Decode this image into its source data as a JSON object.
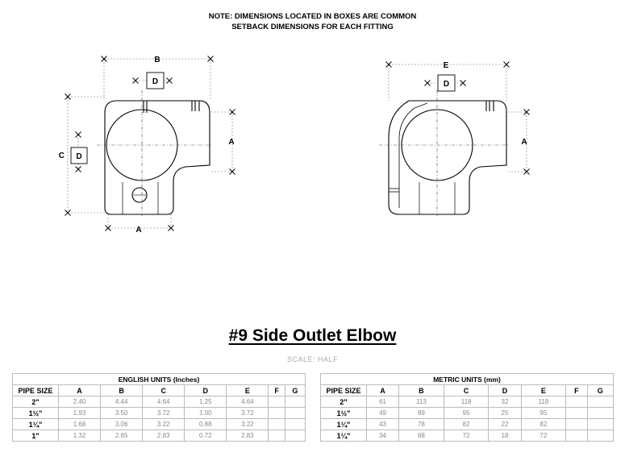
{
  "note": {
    "line1": "NOTE: DIMENSIONS LOCATED IN BOXES ARE COMMON",
    "line2": "SETBACK DIMENSIONS FOR EACH FITTING"
  },
  "labels": {
    "a": "A",
    "b": "B",
    "c": "C",
    "d": "D",
    "e": "E"
  },
  "title": "#9 Side Outlet Elbow",
  "scale": "SCALE: HALF",
  "english": {
    "caption": "ENGLISH UNITS (Inches)",
    "headers": [
      "PIPE SIZE",
      "A",
      "B",
      "C",
      "D",
      "E",
      "F",
      "G"
    ],
    "rows": [
      [
        "2\"",
        "2.40",
        "4.44",
        "4.64",
        "1.25",
        "4.64",
        "",
        ""
      ],
      [
        "1½\"",
        "1.93",
        "3.50",
        "3.72",
        "1.00",
        "3.72",
        "",
        ""
      ],
      [
        "1¼\"",
        "1.68",
        "3.06",
        "3.22",
        "0.88",
        "3.22",
        "",
        ""
      ],
      [
        "1\"",
        "1.32",
        "2.65",
        "2.83",
        "0.72",
        "2.83",
        "",
        ""
      ]
    ]
  },
  "metric": {
    "caption": "METRIC UNITS (mm)",
    "headers": [
      "PIPE SIZE",
      "A",
      "B",
      "C",
      "D",
      "E",
      "F",
      "G"
    ],
    "rows": [
      [
        "2\"",
        "61",
        "113",
        "118",
        "32",
        "118",
        "",
        ""
      ],
      [
        "1½\"",
        "49",
        "89",
        "95",
        "25",
        "95",
        "",
        ""
      ],
      [
        "1¼\"",
        "43",
        "78",
        "82",
        "22",
        "82",
        "",
        ""
      ],
      [
        "1¼\"",
        "34",
        "68",
        "72",
        "18",
        "72",
        "",
        ""
      ]
    ]
  }
}
